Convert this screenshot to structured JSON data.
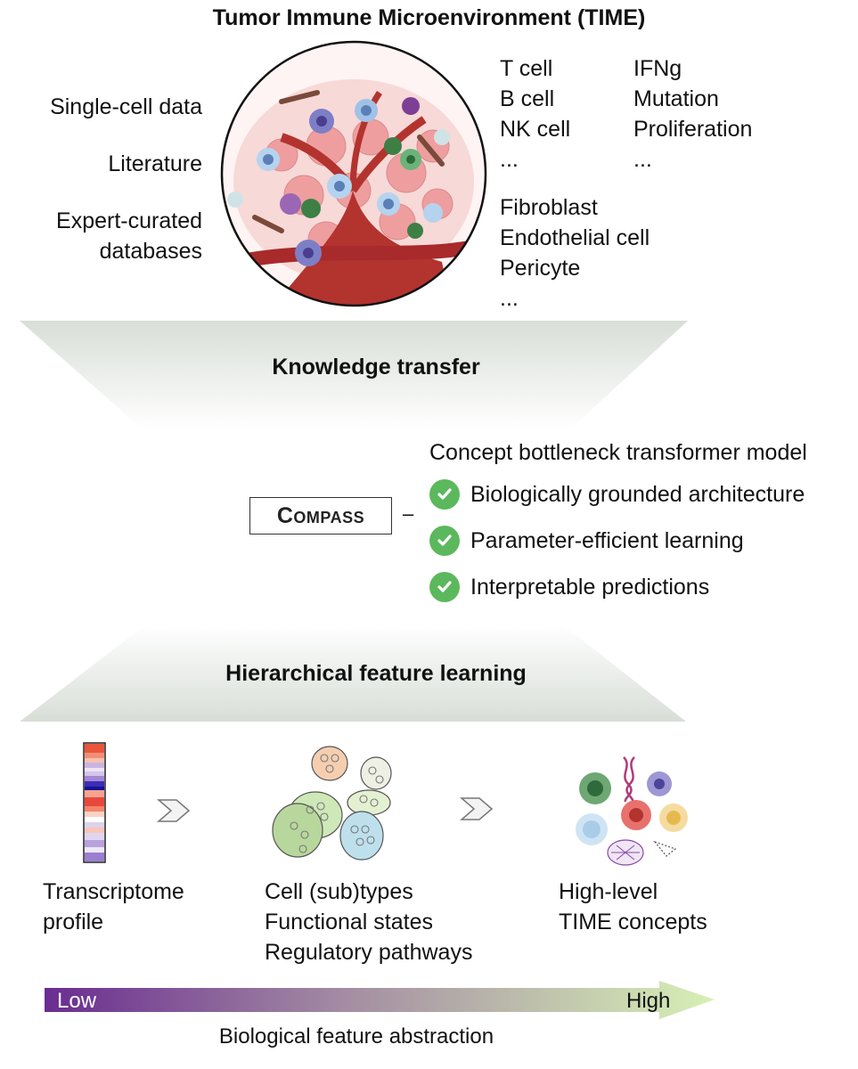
{
  "title": "Tumor Immune Microenvironment (TIME)",
  "sources": [
    "Single-cell data",
    "Literature",
    "Expert-curated",
    "databases"
  ],
  "cell_types": [
    "T cell",
    "B cell",
    "NK cell",
    "..."
  ],
  "stromal_types": [
    "Fibroblast",
    "Endothelial cell",
    "Pericyte",
    "..."
  ],
  "biological_processes": [
    "IFNg",
    "Mutation",
    "Proliferation",
    "..."
  ],
  "knowledge_transfer": "Knowledge transfer",
  "model": {
    "name": "Compass",
    "dash": "–",
    "description": "Concept bottleneck transformer model",
    "features": [
      "Biologically grounded architecture",
      "Parameter-efficient learning",
      "Interpretable predictions"
    ]
  },
  "hierarchical": "Hierarchical feature learning",
  "stages": {
    "transcriptome": [
      "Transcriptome",
      "profile"
    ],
    "cell": [
      "Cell (sub)types",
      "Functional states",
      "Regulatory pathways"
    ],
    "concepts": [
      "High-level",
      "TIME concepts"
    ]
  },
  "abstraction": {
    "low": "Low",
    "high": "High",
    "label": "Biological feature abstraction"
  },
  "colors": {
    "band": "#dde3dc",
    "check": "#5cb85c",
    "arrow_low": "#6a2c91",
    "arrow_high": "#d7f0b5"
  }
}
